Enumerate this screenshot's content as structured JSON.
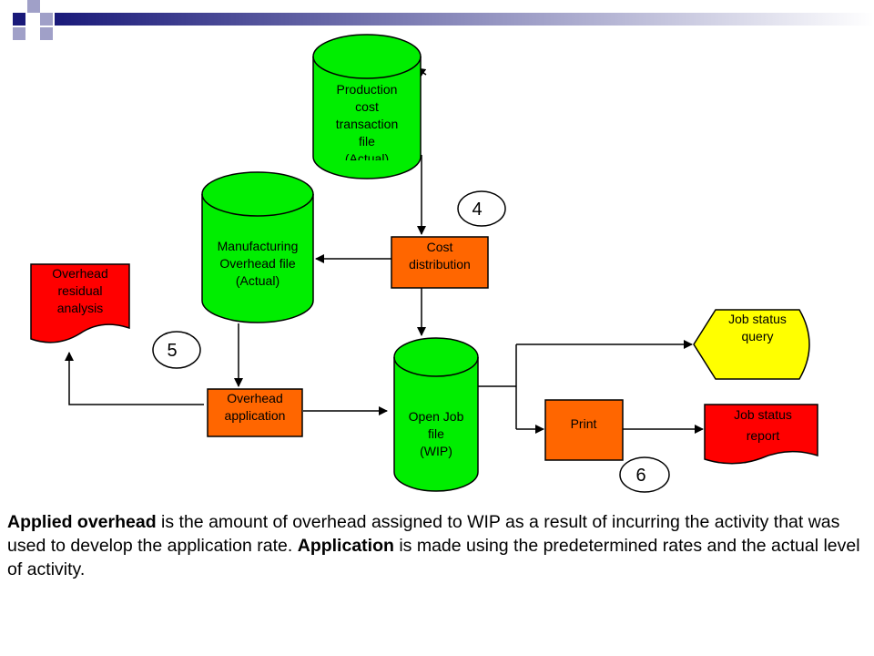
{
  "colors": {
    "data_store": "#00ee00",
    "process": "#ff6600",
    "document": "#ff0000",
    "display": "#ffff00",
    "header_dark": "#1a1a7a",
    "header_light": "#a0a0c8"
  },
  "nodes": {
    "production_file": [
      "Production",
      "cost",
      "transaction",
      "file",
      "(Actual)"
    ],
    "manufacturing_file": [
      "Manufacturing",
      "Overhead file",
      "(Actual)"
    ],
    "cost_distribution": [
      "Cost",
      "distribution"
    ],
    "overhead_residual": [
      "Overhead",
      "residual",
      "analysis"
    ],
    "overhead_application": [
      "Overhead",
      "application"
    ],
    "open_job_file": [
      "Open Job",
      "file",
      "(WIP)"
    ],
    "job_status_query": [
      "Job status",
      "query"
    ],
    "print": [
      "Print"
    ],
    "job_status_report": [
      "Job status",
      "report"
    ]
  },
  "step_markers": [
    "4",
    "5",
    "6"
  ],
  "caption": {
    "term1": "Applied overhead",
    "text1": " is the amount of overhead assigned to WIP as a result of incurring the activity that was used to develop the application rate. ",
    "term2": "Application",
    "text2": " is made using the predetermined rates and the actual level of activity."
  }
}
